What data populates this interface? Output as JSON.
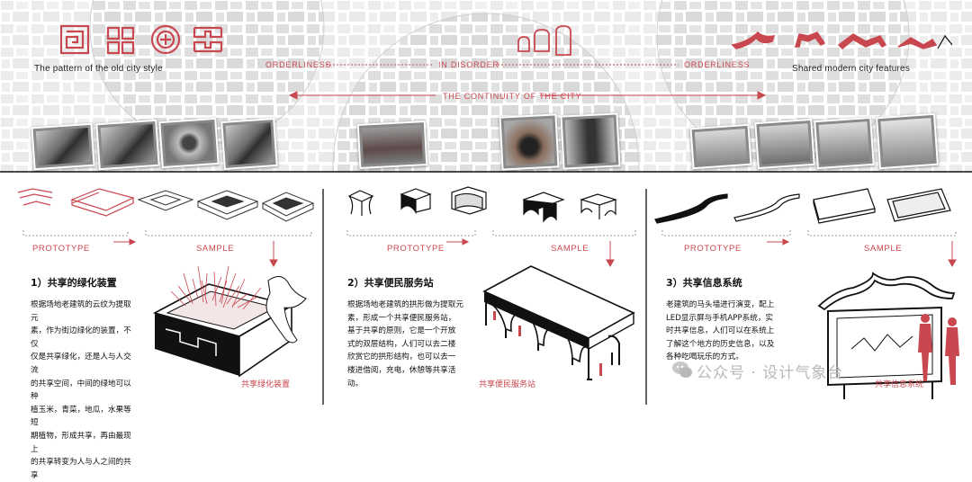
{
  "top": {
    "left_label": "The pattern of the old city style",
    "right_label": "Shared modern city features",
    "orderliness_left": "ORDERLINESS",
    "in_disorder": "IN DISORDER",
    "orderliness_right": "ORDERLINESS",
    "continuity": "THE CONTINUITY OF THE CITY"
  },
  "panels": [
    {
      "prototype": "PROTOTYPE",
      "sample": "SAMPLE",
      "title": "1）共享的绿化装置",
      "paragraph": [
        "根据场地老建筑的云纹为提取元",
        "素，作为街边绿化的装置，不仅",
        "仅是共享绿化，还是人与人交流",
        "的共享空间，中间的绿地可以种",
        "植玉米，青菜，地瓜，水果等短",
        "期植物，形成共享，再由最现上",
        "的共享转变为人与人之间的共享"
      ],
      "caption": "共享绿化装置"
    },
    {
      "prototype": "PROTOTYPE",
      "sample": "SAMPLE",
      "title": "2）共享便民服务站",
      "paragraph": [
        "根据场地老建筑的拱形做为提取元",
        "素，形成一个共享便民服务站，",
        "基于共享的原则，它是一个开放",
        "式的双层结构，人们可以去二楼",
        "欣赏它的拱形结构，也可以去一",
        "楼进借阅，充电，休憩等共享活",
        "动。"
      ],
      "caption": "共享便民服务站"
    },
    {
      "prototype": "PROTOTYPE",
      "sample": "SAMPLE",
      "title": "3）共享信息系统",
      "paragraph": [
        "老建筑的马头墙进行演变，配上",
        "LED显示屏与手机APP系统，实",
        "时共享信息，人们可以在系统上",
        "了解这个地方的历史信息，以及",
        "各种吃喝玩乐的方式。"
      ],
      "caption": "共享信息系统"
    }
  ],
  "watermark": "公众号 · 设计气象台",
  "colors": {
    "accent": "#c9474f",
    "ink": "#111111",
    "map": "#d9d9d9"
  }
}
